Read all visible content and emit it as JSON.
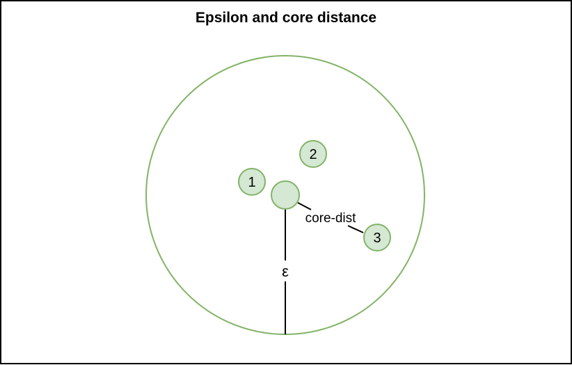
{
  "title": "Epsilon and core distance",
  "labels": {
    "core_distance": "core-dist",
    "epsilon": "ε"
  },
  "points": [
    {
      "id": "core",
      "label": ""
    },
    {
      "id": "p1",
      "label": "1"
    },
    {
      "id": "p2",
      "label": "2"
    },
    {
      "id": "p3",
      "label": "3"
    }
  ],
  "colors": {
    "circle_stroke": "#82b366",
    "point_fill": "#d5e8d4",
    "line": "#000000"
  }
}
